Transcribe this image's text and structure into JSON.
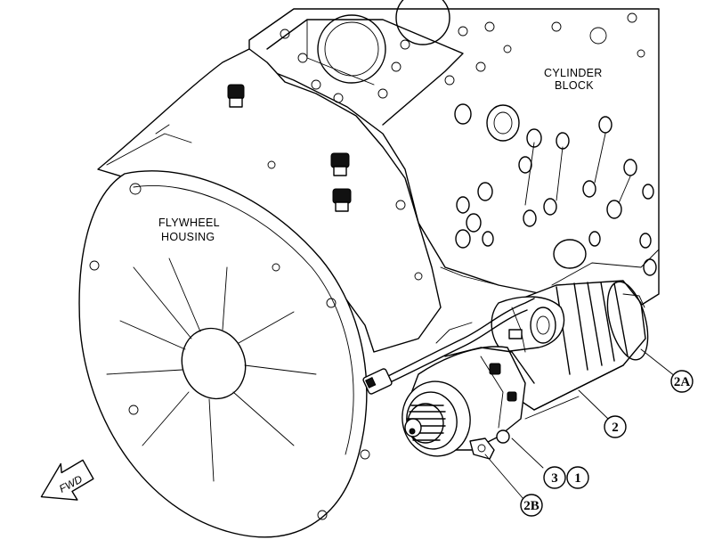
{
  "labels": {
    "cylinder_block_line1": "CYLINDER",
    "cylinder_block_line2": "BLOCK",
    "flywheel_housing_line1": "FLYWHEEL",
    "flywheel_housing_line2": "HOUSING",
    "fwd": "FWD"
  },
  "callouts": {
    "c2A": "2A",
    "c2": "2",
    "c3": "3",
    "c1": "1",
    "c2B": "2B"
  },
  "colors": {
    "ink": "#000000",
    "background": "#ffffff"
  }
}
